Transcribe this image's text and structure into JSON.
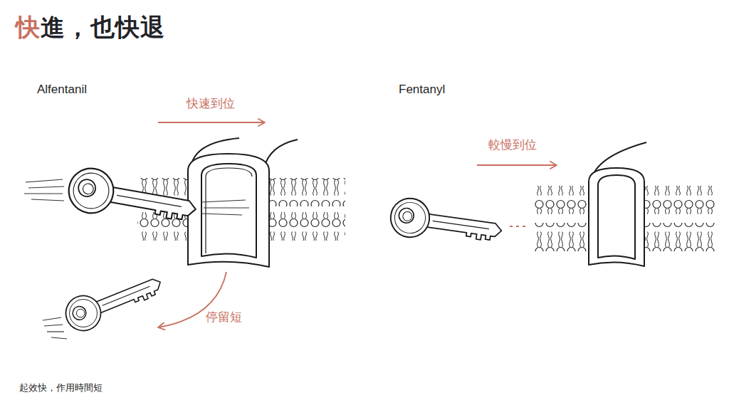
{
  "diagram": {
    "title": "快進，也快退",
    "caption": "起效快，作用時間短",
    "labels": [
      "Alfentanil",
      "快速到位",
      "停留短",
      "Fentanyl",
      "較慢到位"
    ]
  }
}
